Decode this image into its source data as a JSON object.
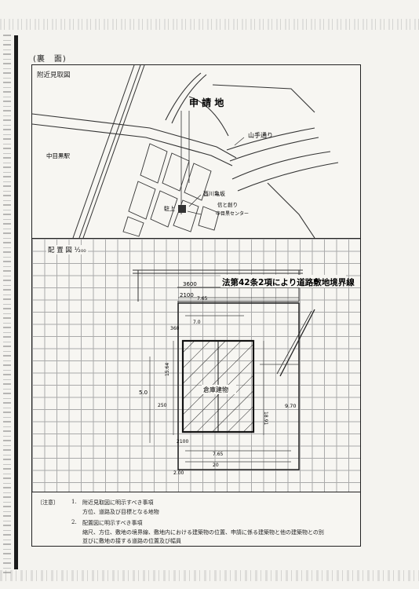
{
  "page": {
    "header": "(裏　面)"
  },
  "map": {
    "title": "附近見取図",
    "site_label": "申 請 地",
    "labels": {
      "station": "中目黒駅",
      "street": "山手通り",
      "shrine": "酉川亀坂",
      "center": "信と創り\n中目黒センター",
      "mark_left": "駐上"
    }
  },
  "layout": {
    "title": "配 置 図 ¹⁄₂₀₀",
    "road_note": "法第42条2項により道路敷地境界線",
    "labels": {
      "dim_3600": "3600",
      "dim_2100_top": "2100",
      "dim_2100_bot": "2100",
      "dim_7_65_top": "7.65",
      "dim_7_65_bot": "7.65",
      "dim_5_0": "5.0",
      "dim_7_0": "7.0",
      "dim_9_70": "9.70",
      "dim_2_00": "2.00",
      "dim_360": "360",
      "dim_250": "250",
      "dim_15_64": "15.64",
      "dim_18_91": "18.91",
      "dim_20": "20",
      "building": "倉庫建物"
    }
  },
  "notes": {
    "tag": "〔注意〕",
    "items": [
      {
        "num": "1.",
        "title": "附近見取図に明示すべき事項",
        "body": "方位、道路及び目標となる地物"
      },
      {
        "num": "2.",
        "title": "配置図に明示すべき事項",
        "body": "縮尺、方位、敷地の境界線、敷地内における建築物の位置、申請に係る建築物と他の建築物との別",
        "body2": "並びに敷地の接する道路の位置及び幅員"
      }
    ]
  }
}
